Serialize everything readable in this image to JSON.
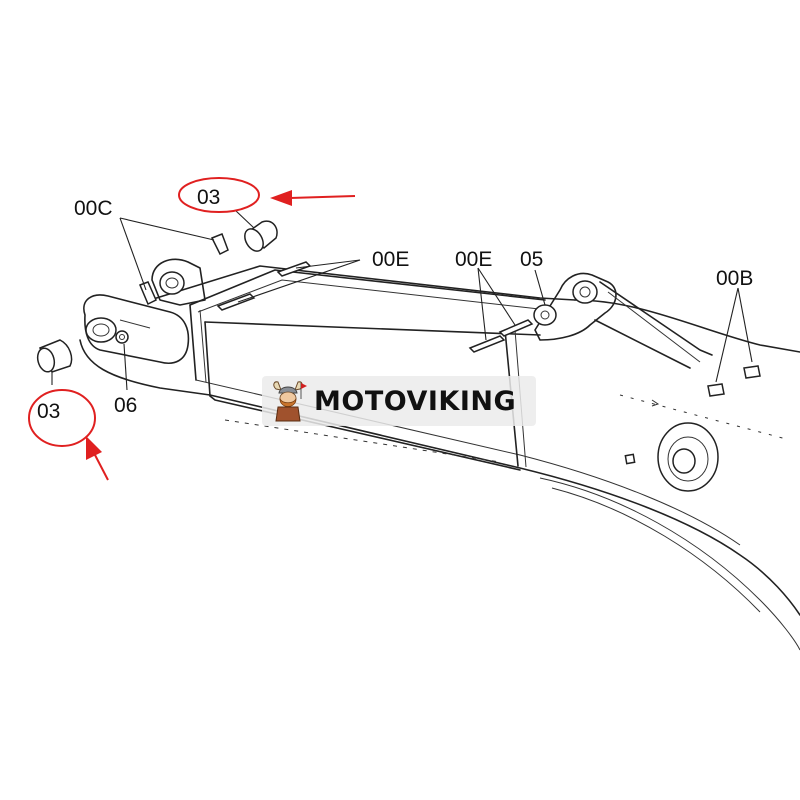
{
  "watermark": {
    "text": "MOTOVIKING",
    "logo_icon": "viking-mascot-icon"
  },
  "callouts": {
    "c_03_top": "03",
    "c_03_left": "03",
    "c_00C": "00C",
    "c_00E_mid": "00E",
    "c_00E_right": "00E",
    "c_05": "05",
    "c_00B": "00B",
    "c_06": "06"
  },
  "highlight_color": "#e02020",
  "line_color": "#222222"
}
